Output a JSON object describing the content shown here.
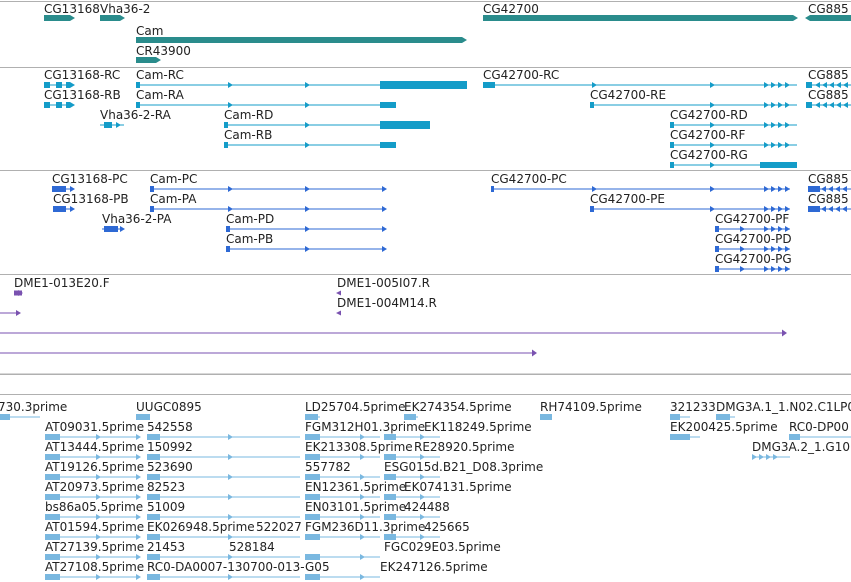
{
  "colors": {
    "gene": "#2a8c8c",
    "transcript": "#149cc8",
    "protein": "#2e69d4",
    "clone": "#7a52b0",
    "est": "#7ab8e0",
    "separator": "#b0b0b0"
  },
  "tracks": {
    "genes": {
      "labels": [
        "CG13168",
        "Vha36-2",
        "Cam",
        "CR43900",
        "CG42700",
        "CG885"
      ]
    },
    "transcripts": {
      "labels": [
        "CG13168-RC",
        "CG13168-RB",
        "Vha36-2-RA",
        "Cam-RC",
        "Cam-RA",
        "Cam-RD",
        "Cam-RB",
        "CG42700-RC",
        "CG42700-RE",
        "CG42700-RD",
        "CG42700-RF",
        "CG42700-RG",
        "CG885",
        "CG885"
      ]
    },
    "proteins": {
      "labels": [
        "CG13168-PC",
        "CG13168-PB",
        "Vha36-2-PA",
        "Cam-PC",
        "Cam-PA",
        "Cam-PD",
        "Cam-PB",
        "CG42700-PC",
        "CG42700-PE",
        "CG42700-PF",
        "CG42700-PD",
        "CG42700-PG",
        "CG885",
        "CG885"
      ]
    },
    "clones": {
      "labels": [
        "DME1-013E20.F",
        "DME1-005I07.R",
        "DME1-004M14.R"
      ]
    },
    "ests": {
      "labels": [
        "730.3prime",
        "UUGC0895",
        "LD25704.5prime",
        "EK274354.5prime",
        "RH74109.5prime",
        "321233",
        "DMG3A.1_1.N02.C1LP0",
        "AT09031.5prime",
        "542558",
        "FGM312H01.3prime",
        "EK118249.5prime",
        "EK200425.5prime",
        "RC0-DP00",
        "AT13444.5prime",
        "150992",
        "EK213308.5prime",
        "RE28920.5prime",
        "DMG3A.2_1.G10",
        "AT19126.5prime",
        "523690",
        "557782",
        "ESG015d.B21_D08.3prime",
        "AT20973.5prime",
        "82523",
        "EN12361.5prime",
        "EK074131.5prime",
        "bs86a05.5prime",
        "51009",
        "EN03101.5prime",
        "424488",
        "AT01594.5prime",
        "EK026948.5prime",
        "522027",
        "FGM236D11.3prime",
        "425665",
        "AT27139.5prime",
        "21453",
        "528184",
        "FGC029E03.5prime",
        "AT27108.5prime",
        "RC0-DA0007-130700-013-G05",
        "EK247126.5prime"
      ]
    }
  }
}
